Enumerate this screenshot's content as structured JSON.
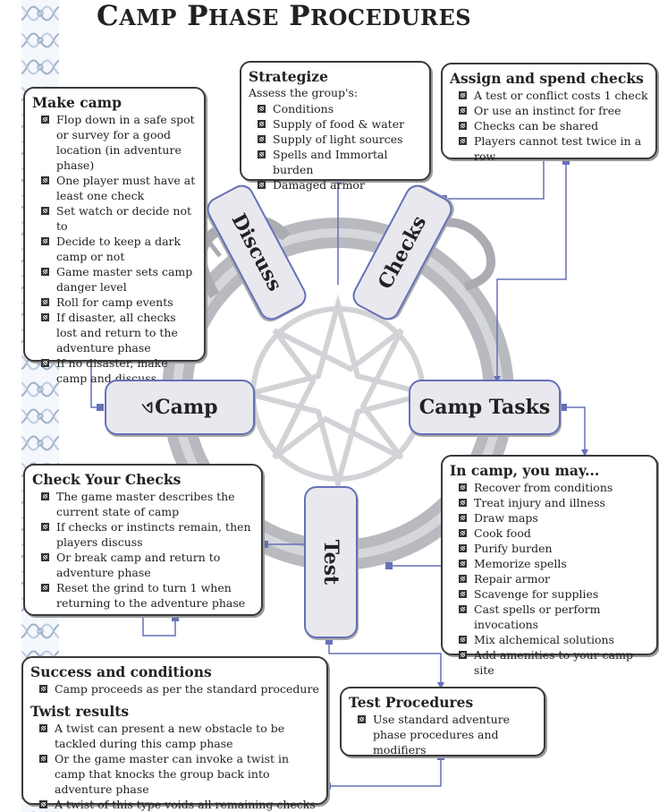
{
  "title": {
    "first_cap": "C",
    "first_rest": "AMP",
    "second_cap": "P",
    "second_rest": "HASE",
    "third_cap": "P",
    "third_rest": "ROCEDURES"
  },
  "nodes": {
    "discuss": "Discuss",
    "checks": "Checks",
    "camp_glyph": "ଏ",
    "camp": "Camp",
    "camp_tasks": "Camp Tasks",
    "test": "Test"
  },
  "make_camp": {
    "heading": "Make camp",
    "items": [
      "Flop down in a safe spot or survey for a good location (in adventure phase)",
      "One player must have at least one check",
      "Set watch or decide not to",
      "Decide to keep a dark camp or not",
      "Game master sets camp danger level",
      "Roll for camp events",
      "If disaster, all checks lost and return to the adventure phase",
      "If no disaster, make camp and discuss"
    ]
  },
  "strategize": {
    "heading": "Strategize",
    "sub": "Assess the group's:",
    "items": [
      "Conditions",
      "Supply of food & water",
      "Supply of light sources",
      "Spells and Immortal burden",
      "Damaged armor"
    ]
  },
  "assign": {
    "heading": "Assign and spend checks",
    "items": [
      "A test or conflict costs 1 check",
      "Or use an instinct for free",
      "Checks can be shared",
      "Players cannot test twice in a row"
    ]
  },
  "in_camp": {
    "heading": "In camp, you may...",
    "items": [
      "Recover from conditions",
      "Treat injury and illness",
      "Draw maps",
      "Cook food",
      "Purify burden",
      "Memorize spells",
      "Repair armor",
      "Scavenge for supplies",
      "Cast spells or perform invocations",
      "Mix alchemical solutions",
      "Add amenities to your camp site"
    ]
  },
  "check_checks": {
    "heading": "Check Your Checks",
    "items": [
      "The game master describes the current state of camp",
      "If checks or instincts remain, then players discuss",
      "Or break camp and return to adventure phase",
      "Reset the grind to turn 1 when returning to the adventure phase"
    ]
  },
  "success": {
    "heading": "Success and conditions",
    "items": [
      "Camp proceeds as per the standard procedure"
    ],
    "heading2": "Twist results",
    "items2": [
      "A twist can present a new obstacle to be tackled during this camp phase",
      "Or the game master can invoke a twist in camp that knocks the group back into adventure phase",
      "A twist of this type voids all remaining checks"
    ]
  },
  "test_proc": {
    "heading": "Test Procedures",
    "items": [
      "Use standard adventure phase procedures and modifiers"
    ]
  },
  "colors": {
    "connector": "#6670b8",
    "node_fill": "#e8e8ee",
    "art": "#9ea0a8"
  }
}
